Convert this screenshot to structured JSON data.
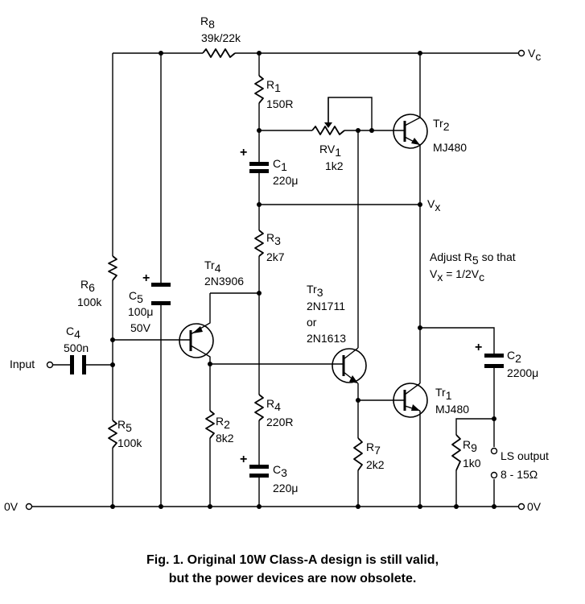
{
  "labels": {
    "r8_name": "R",
    "r8_sub": "8",
    "r8_value": "39k/22k",
    "vc_name": "V",
    "vc_sub": "c",
    "r1_name": "R",
    "r1_sub": "1",
    "r1_value": "150R",
    "rv1_name": "RV",
    "rv1_sub": "1",
    "rv1_value": "1k2",
    "tr2_name": "Tr",
    "tr2_sub": "2",
    "tr2_part": "MJ480",
    "c1_plus": "+",
    "c1_name": "C",
    "c1_sub": "1",
    "c1_value": "220μ",
    "vx_name": "V",
    "vx_sub": "x",
    "r3_name": "R",
    "r3_sub": "3",
    "r3_value": "2k7",
    "tr4_name": "Tr",
    "tr4_sub": "4",
    "tr4_part": "2N3906",
    "adjust_line1_a": "Adjust R",
    "adjust_line1_sub": "5",
    "adjust_line1_b": " so that",
    "adjust_line2_a": "V",
    "adjust_line2_sub_x": "x",
    "adjust_line2_b": " = 1/2V",
    "adjust_line2_sub_c": "c",
    "r6_name": "R",
    "r6_sub": "6",
    "r6_value": "100k",
    "c5_plus": "+",
    "c5_name": "C",
    "c5_sub": "5",
    "c5_value": "100μ",
    "c5_voltage": "50V",
    "tr3_name": "Tr",
    "tr3_sub": "3",
    "tr3_part1": "2N1711",
    "tr3_or": "or",
    "tr3_part2": "2N1613",
    "c4_name": "C",
    "c4_sub": "4",
    "c4_value": "500n",
    "input": "Input",
    "c2_plus": "+",
    "c2_name": "C",
    "c2_sub": "2",
    "c2_value": "2200μ",
    "tr1_name": "Tr",
    "tr1_sub": "1",
    "tr1_part": "MJ480",
    "r5_name": "R",
    "r5_sub": "5",
    "r5_value": "100k",
    "r2_name": "R",
    "r2_sub": "2",
    "r2_value": "8k2",
    "r4_name": "R",
    "r4_sub": "4",
    "r4_value": "220R",
    "r7_name": "R",
    "r7_sub": "7",
    "r7_value": "2k2",
    "r9_name": "R",
    "r9_sub": "9",
    "r9_value": "1k0",
    "ls_output": "LS output",
    "ls_impedance": "8 - 15Ω",
    "c3_plus": "+",
    "c3_name": "C",
    "c3_sub": "3",
    "c3_value": "220μ",
    "zero_v_left": "0V",
    "zero_v_right": "0V"
  },
  "caption": {
    "line1": "Fig. 1. Original 10W Class-A design is still valid,",
    "line2": "but the power devices are now obsolete."
  }
}
